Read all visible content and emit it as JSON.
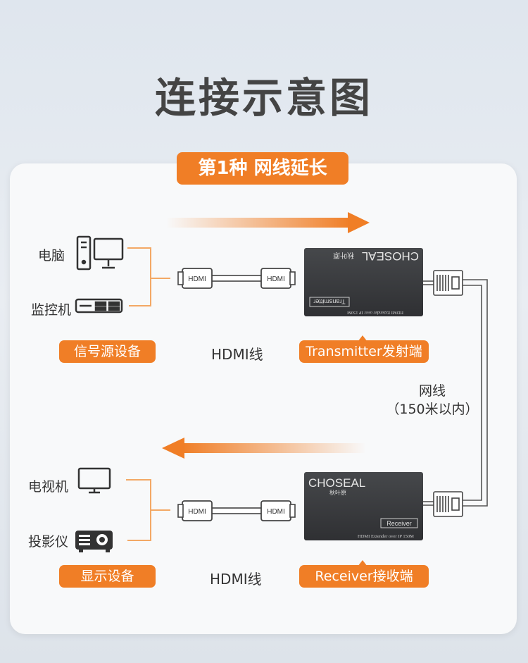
{
  "title": "连接示意图",
  "section_title": "第1种 网线延长",
  "source": {
    "devices": [
      {
        "label": "电脑",
        "icon": "computer-icon"
      },
      {
        "label": "监控机",
        "icon": "dvr-icon"
      }
    ],
    "badge": "信号源设备"
  },
  "display": {
    "devices": [
      {
        "label": "电视机",
        "icon": "monitor-icon"
      },
      {
        "label": "投影仪",
        "icon": "projector-icon"
      }
    ],
    "badge": "显示设备"
  },
  "cable": {
    "connector_text": "HDMI",
    "label": "HDMI线"
  },
  "transmitter": {
    "badge": "Transmitter发射端",
    "brand": "CHOSEAL",
    "brand_cn": "秋叶原",
    "tag": "Transmitter",
    "model": "HDMI Extender over IP 150M"
  },
  "receiver": {
    "badge": "Receiver接收端",
    "brand": "CHOSEAL",
    "brand_cn": "秋叶原",
    "tag": "Receiver",
    "model": "HDMI Extender over IP 150M"
  },
  "network": {
    "label": "网线",
    "range": "（150米以内）"
  },
  "colors": {
    "accent": "#f07e26",
    "line": "#f3a865",
    "device": "#3a3b3d"
  }
}
